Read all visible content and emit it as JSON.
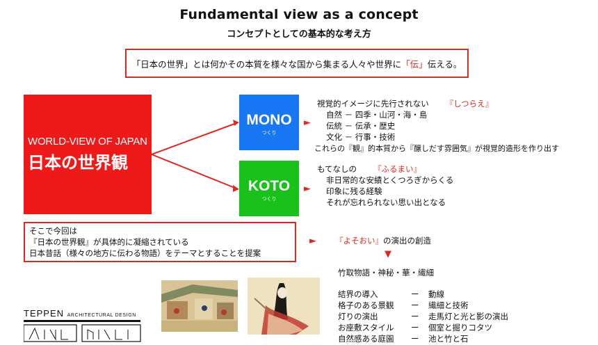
{
  "title": {
    "en": "Fundamental view as a concept",
    "ja": "コンセプトとしての基本的な考え方"
  },
  "statement": {
    "before": "「日本の世界」とは何かその本質を様々な国から集まる人々や世界に",
    "highlight": "「伝」",
    "after": "伝える。"
  },
  "worldview": {
    "en": "WORLD-VIEW OF JAPAN",
    "ja": "日本の世界観"
  },
  "mono": {
    "label": "MONO",
    "reading": "つくり",
    "heading": "視覚的イメージに先行されない",
    "keyword": "『しつらえ』",
    "items": [
      "自然 － 四季・山河・海・島",
      "伝統 － 伝承・歴史",
      "文化 － 行事・技術"
    ],
    "summary": "これらの『観』的本質から『醸しだす雰囲気』が視覚的造形を作り出す"
  },
  "koto": {
    "label": "KOTO",
    "reading": "つくり",
    "heading": "もてなしの",
    "keyword": "『ふるまい』",
    "items": [
      "非日常的な安績とくつろぎからくる",
      "印象に残る経験",
      "それが忘れられない思い出となる"
    ]
  },
  "arrow_glyph": "►",
  "down_glyph": "▼",
  "proposal": {
    "lines": [
      "そこで今回は",
      "『日本の世界観』が具体的に凝縮されている",
      "日本昔話（様々の地方に伝わる物語）をテーマとすることを提案"
    ]
  },
  "result": {
    "keyword": "『よそおい』",
    "text": "の演出の創造"
  },
  "story": {
    "title": "竹取物語・神秘・華・繊細",
    "rows": [
      {
        "left": "結界の導入",
        "dash": "ー",
        "right": "動線"
      },
      {
        "left": "格子のある景観",
        "dash": "ー",
        "right": "繊細と技術"
      },
      {
        "left": "灯りの演出",
        "dash": "ー",
        "right": "走馬灯と光と影の演出"
      },
      {
        "left": "お座敷スタイル",
        "dash": "ー",
        "right": "個室と掘りコタツ"
      },
      {
        "left": "自然感ある庭園",
        "dash": "ー",
        "right": "池と竹と石"
      }
    ]
  },
  "logo": {
    "name": "TEPPEN",
    "tagline": "ARCHITECTURAL DESIGN"
  },
  "colors": {
    "accent_red": "#e0281e",
    "worldview_red": "#ee1a1a",
    "mono_blue": "#1877f2",
    "koto_green": "#18c21a"
  }
}
